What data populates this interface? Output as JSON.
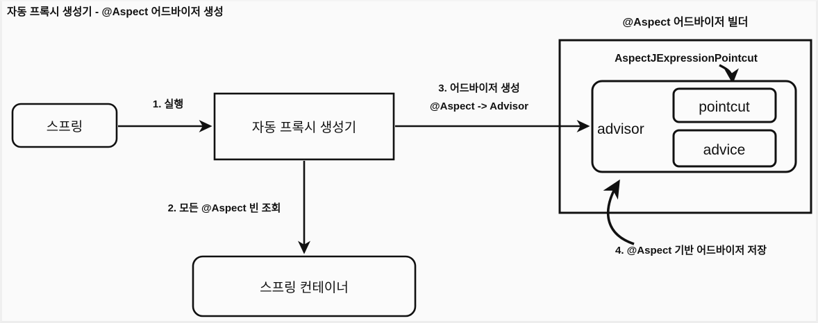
{
  "diagram": {
    "title": "자동 프록시 생성기 - @Aspect 어드바이저 생성",
    "section_title": "@Aspect 어드바이저 빌더",
    "class_label": "AspectJExpressionPointcut",
    "nodes": {
      "spring": "스프링",
      "auto_proxy_creator": "자동 프록시 생성기",
      "spring_container": "스프링 컨테이너",
      "advisor": "advisor",
      "pointcut": "pointcut",
      "advice": "advice"
    },
    "edges": {
      "step1": "1. 실행",
      "step2": "2. 모든 @Aspect 빈 조회",
      "step3_line1": "3. 어드바이저 생성",
      "step3_line2": "@Aspect -> Advisor",
      "step4": "4. @Aspect 기반 어드바이저 저장"
    },
    "colors": {
      "stroke": "#111111",
      "background": "#fafafa",
      "box_fill": "#fbfbfb"
    }
  }
}
